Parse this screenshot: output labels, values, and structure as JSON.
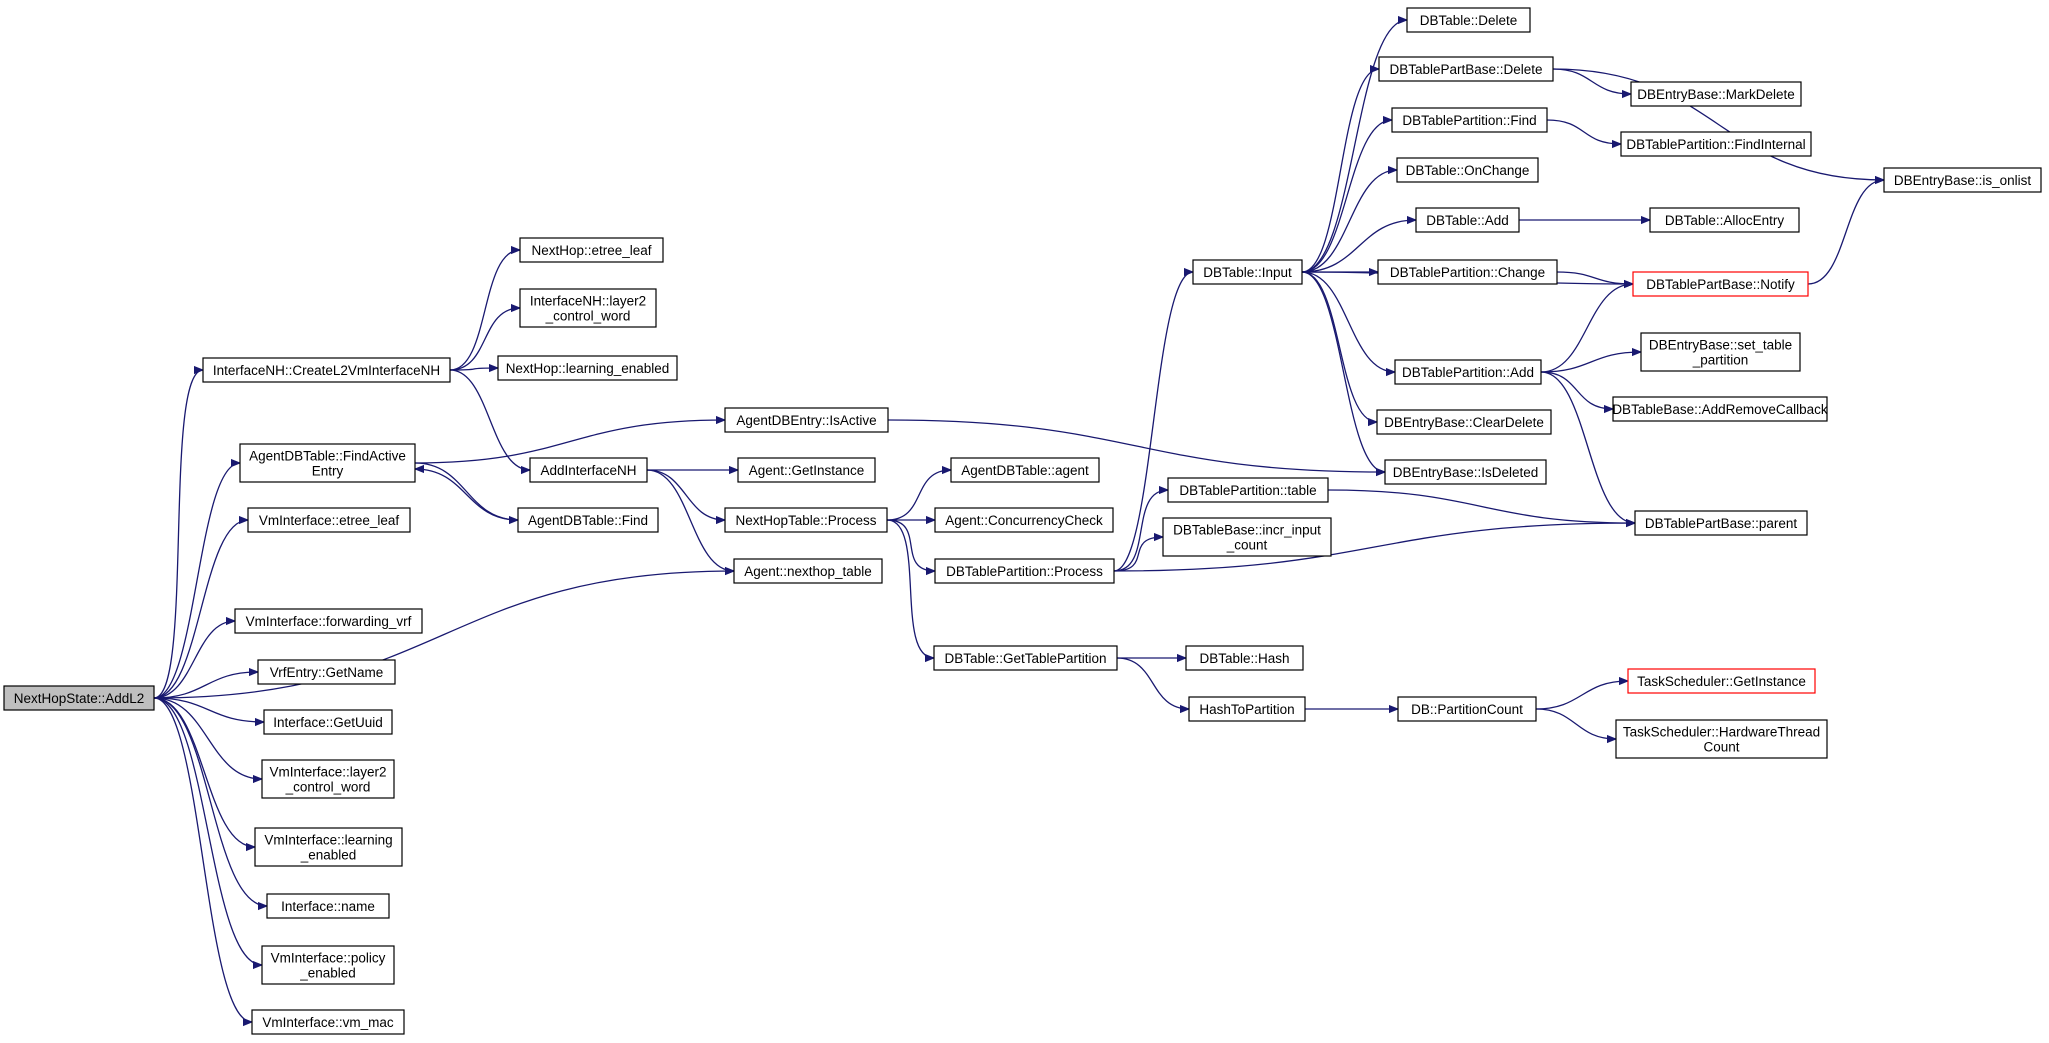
{
  "colors": {
    "edge": "#191970",
    "root_fill": "#bfbfbf",
    "truncated_border": "#ff0000",
    "node_border": "#000000"
  },
  "nodes": [
    {
      "id": "root",
      "label": [
        "NextHopState::AddL2"
      ],
      "style": "root"
    },
    {
      "id": "createl2",
      "label": [
        "InterfaceNH::CreateL2VmInterfaceNH"
      ]
    },
    {
      "id": "findactive",
      "label": [
        "AgentDBTable::FindActive",
        "Entry"
      ]
    },
    {
      "id": "vmi_etree",
      "label": [
        "VmInterface::etree_leaf"
      ]
    },
    {
      "id": "agent_nhtable",
      "label": [
        "Agent::nexthop_table"
      ]
    },
    {
      "id": "fwd_vrf",
      "label": [
        "VmInterface::forwarding_vrf"
      ]
    },
    {
      "id": "vrf_getname",
      "label": [
        "VrfEntry::GetName"
      ]
    },
    {
      "id": "getuuid",
      "label": [
        "Interface::GetUuid"
      ]
    },
    {
      "id": "vmi_l2cw",
      "label": [
        "VmInterface::layer2",
        "_control_word"
      ]
    },
    {
      "id": "vmi_learn",
      "label": [
        "VmInterface::learning",
        "_enabled"
      ]
    },
    {
      "id": "if_name",
      "label": [
        "Interface::name"
      ]
    },
    {
      "id": "vmi_policy",
      "label": [
        "VmInterface::policy",
        "_enabled"
      ]
    },
    {
      "id": "vmi_vmmac",
      "label": [
        "VmInterface::vm_mac"
      ]
    },
    {
      "id": "nh_etree",
      "label": [
        "NextHop::etree_leaf"
      ]
    },
    {
      "id": "inh_l2cw",
      "label": [
        "InterfaceNH::layer2",
        "_control_word"
      ]
    },
    {
      "id": "nh_learn",
      "label": [
        "NextHop::learning_enabled"
      ]
    },
    {
      "id": "addinh",
      "label": [
        "AddInterfaceNH"
      ]
    },
    {
      "id": "isactive",
      "label": [
        "AgentDBEntry::IsActive"
      ]
    },
    {
      "id": "adbt_find",
      "label": [
        "AgentDBTable::Find"
      ]
    },
    {
      "id": "agent_getinst",
      "label": [
        "Agent::GetInstance"
      ]
    },
    {
      "id": "nht_process",
      "label": [
        "NextHopTable::Process"
      ]
    },
    {
      "id": "adbt_agent",
      "label": [
        "AgentDBTable::agent"
      ]
    },
    {
      "id": "agent_conc",
      "label": [
        "Agent::ConcurrencyCheck"
      ]
    },
    {
      "id": "dbtp_process",
      "label": [
        "DBTablePartition::Process"
      ]
    },
    {
      "id": "dbt_gettp",
      "label": [
        "DBTable::GetTablePartition"
      ]
    },
    {
      "id": "dbt_input",
      "label": [
        "DBTable::Input"
      ]
    },
    {
      "id": "dbtp_table",
      "label": [
        "DBTablePartition::table"
      ]
    },
    {
      "id": "dbtb_incr",
      "label": [
        "DBTableBase::incr_input",
        "_count"
      ]
    },
    {
      "id": "dbt_hash",
      "label": [
        "DBTable::Hash"
      ]
    },
    {
      "id": "hashtop",
      "label": [
        "HashToPartition"
      ]
    },
    {
      "id": "dbt_delete",
      "label": [
        "DBTable::Delete"
      ]
    },
    {
      "id": "dbtpb_delete",
      "label": [
        "DBTablePartBase::Delete"
      ]
    },
    {
      "id": "dbtp_find",
      "label": [
        "DBTablePartition::Find"
      ]
    },
    {
      "id": "dbt_onchange",
      "label": [
        "DBTable::OnChange"
      ]
    },
    {
      "id": "dbt_add",
      "label": [
        "DBTable::Add"
      ]
    },
    {
      "id": "dbtp_change",
      "label": [
        "DBTablePartition::Change"
      ]
    },
    {
      "id": "dbtp_add",
      "label": [
        "DBTablePartition::Add"
      ]
    },
    {
      "id": "dbeb_cleardel",
      "label": [
        "DBEntryBase::ClearDelete"
      ]
    },
    {
      "id": "dbeb_isdel",
      "label": [
        "DBEntryBase::IsDeleted"
      ]
    },
    {
      "id": "db_partcount",
      "label": [
        "DB::PartitionCount"
      ]
    },
    {
      "id": "dbeb_markdel",
      "label": [
        "DBEntryBase::MarkDelete"
      ]
    },
    {
      "id": "dbtp_findint",
      "label": [
        "DBTablePartition::FindInternal"
      ]
    },
    {
      "id": "dbt_alloc",
      "label": [
        "DBTable::AllocEntry"
      ]
    },
    {
      "id": "dbtpb_notify",
      "label": [
        "DBTablePartBase::Notify"
      ],
      "style": "truncated"
    },
    {
      "id": "dbeb_settp",
      "label": [
        "DBEntryBase::set_table",
        "_partition"
      ]
    },
    {
      "id": "dbtb_addremove",
      "label": [
        "DBTableBase::AddRemoveCallback"
      ]
    },
    {
      "id": "dbtpb_parent",
      "label": [
        "DBTablePartBase::parent"
      ]
    },
    {
      "id": "ts_getinst",
      "label": [
        "TaskScheduler::GetInstance"
      ],
      "style": "truncated"
    },
    {
      "id": "ts_hwthread",
      "label": [
        "TaskScheduler::HardwareThread",
        "Count"
      ]
    },
    {
      "id": "dbeb_isonlist",
      "label": [
        "DBEntryBase::is_onlist"
      ]
    }
  ],
  "edges": [
    [
      "root",
      "createl2"
    ],
    [
      "root",
      "findactive"
    ],
    [
      "root",
      "vmi_etree"
    ],
    [
      "root",
      "agent_nhtable"
    ],
    [
      "root",
      "fwd_vrf"
    ],
    [
      "root",
      "vrf_getname"
    ],
    [
      "root",
      "getuuid"
    ],
    [
      "root",
      "vmi_l2cw"
    ],
    [
      "root",
      "vmi_learn"
    ],
    [
      "root",
      "if_name"
    ],
    [
      "root",
      "vmi_policy"
    ],
    [
      "root",
      "vmi_vmmac"
    ],
    [
      "createl2",
      "nh_etree"
    ],
    [
      "createl2",
      "inh_l2cw"
    ],
    [
      "createl2",
      "nh_learn"
    ],
    [
      "createl2",
      "addinh"
    ],
    [
      "findactive",
      "isactive"
    ],
    [
      "findactive",
      "adbt_find"
    ],
    [
      "adbt_find",
      "findactive"
    ],
    [
      "addinh",
      "agent_getinst"
    ],
    [
      "addinh",
      "nht_process"
    ],
    [
      "addinh",
      "agent_nhtable"
    ],
    [
      "isactive",
      "dbeb_isdel"
    ],
    [
      "nht_process",
      "adbt_agent"
    ],
    [
      "nht_process",
      "agent_conc"
    ],
    [
      "nht_process",
      "dbtp_process"
    ],
    [
      "nht_process",
      "dbt_gettp"
    ],
    [
      "dbtp_process",
      "dbt_input"
    ],
    [
      "dbtp_process",
      "dbtp_table"
    ],
    [
      "dbtp_process",
      "dbtb_incr"
    ],
    [
      "dbtp_process",
      "dbtpb_parent"
    ],
    [
      "dbtp_table",
      "dbtpb_parent"
    ],
    [
      "dbt_gettp",
      "dbt_hash"
    ],
    [
      "dbt_gettp",
      "hashtop"
    ],
    [
      "hashtop",
      "db_partcount"
    ],
    [
      "db_partcount",
      "ts_getinst"
    ],
    [
      "db_partcount",
      "ts_hwthread"
    ],
    [
      "dbt_input",
      "dbt_delete"
    ],
    [
      "dbt_input",
      "dbtpb_delete"
    ],
    [
      "dbt_input",
      "dbtp_find"
    ],
    [
      "dbt_input",
      "dbt_onchange"
    ],
    [
      "dbt_input",
      "dbt_add"
    ],
    [
      "dbt_input",
      "dbtp_change"
    ],
    [
      "dbt_input",
      "dbtpb_notify"
    ],
    [
      "dbt_input",
      "dbtp_add"
    ],
    [
      "dbt_input",
      "dbeb_cleardel"
    ],
    [
      "dbt_input",
      "dbeb_isdel"
    ],
    [
      "dbtpb_delete",
      "dbeb_markdel"
    ],
    [
      "dbtpb_delete",
      "dbeb_isonlist"
    ],
    [
      "dbtp_find",
      "dbtp_findint"
    ],
    [
      "dbt_add",
      "dbt_alloc"
    ],
    [
      "dbtp_change",
      "dbtpb_notify"
    ],
    [
      "dbtp_add",
      "dbtpb_notify"
    ],
    [
      "dbtp_add",
      "dbeb_settp"
    ],
    [
      "dbtp_add",
      "dbtb_addremove"
    ],
    [
      "dbtp_add",
      "dbtpb_parent"
    ],
    [
      "dbtpb_notify",
      "dbeb_isonlist"
    ]
  ]
}
